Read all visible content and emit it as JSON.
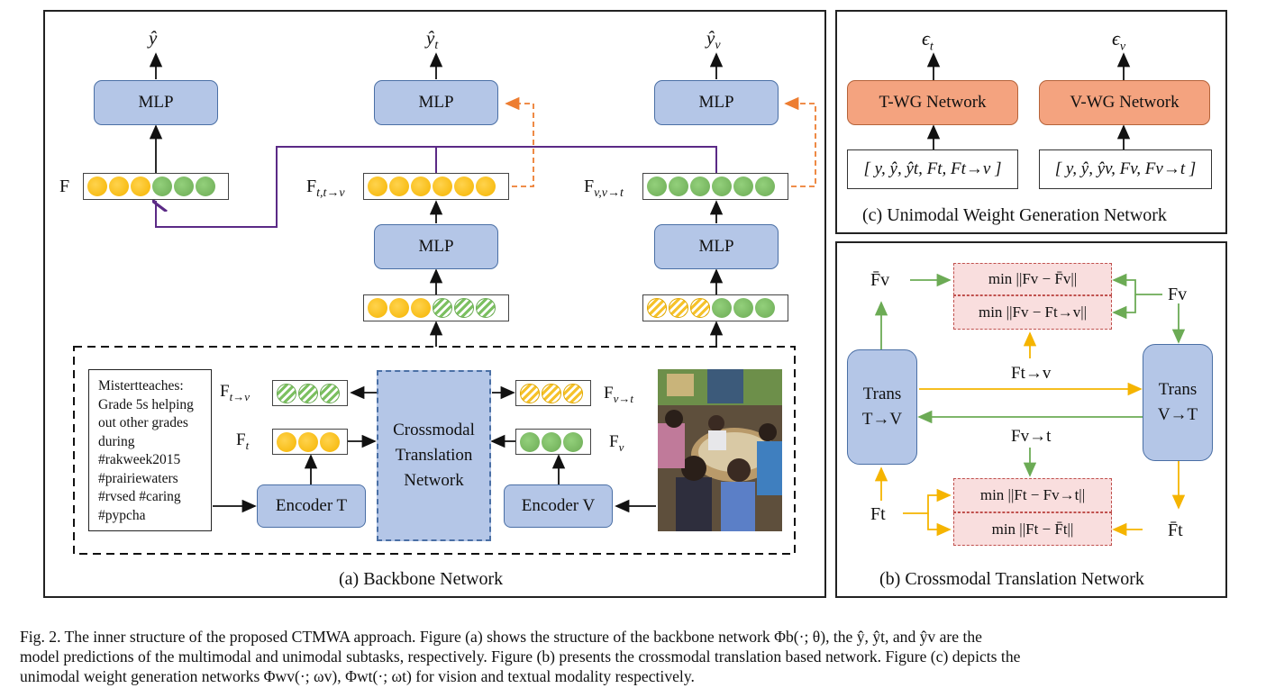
{
  "panel_a": {
    "caption": "(a) Backbone Network",
    "outputs": {
      "y": "ŷ",
      "yt_base": "ŷ",
      "yt_sub": "t",
      "yv_base": "ŷ",
      "yv_sub": "v"
    },
    "mlp_label": "MLP",
    "vec_labels": {
      "F": "F",
      "Ftt_base": "F",
      "Ftt_sub": "t,t→v",
      "Fvv_base": "F",
      "Fvv_sub": "v,v→t"
    },
    "tweet": [
      "Mistertteaches:",
      "Grade 5s helping",
      "out other grades",
      "during",
      "#rakweek2015",
      "#prairiewaters",
      "#rvsed #caring",
      "#pypcha"
    ],
    "encoder_t": "Encoder T",
    "encoder_v": "Encoder V",
    "crossmodal": [
      "Crossmodal",
      "Translation",
      "Network"
    ],
    "small_labels": {
      "Ftv_base": "F",
      "Ftv_sub": "t→v",
      "Ft_base": "F",
      "Ft_sub": "t",
      "Fvt_base": "F",
      "Fvt_sub": "v→t",
      "Fv_base": "F",
      "Fv_sub": "v"
    }
  },
  "panel_b": {
    "caption": "(b) Crossmodal Translation Network",
    "trans_tv": [
      "Trans",
      "T→V"
    ],
    "trans_vt": [
      "Trans",
      "V→T"
    ],
    "min_top_1": "min ||Fv − F̄v||",
    "min_top_2": "min ||Fv − Ft→v||",
    "min_bot_1": "min ||Ft − Fv→t||",
    "min_bot_2": "min ||Ft − F̄t||",
    "labels": {
      "Fbar_v": "F̄v",
      "Fv": "Fv",
      "Ftv": "Ft→v",
      "Fvt": "Fv→t",
      "Ft": "Ft",
      "Fbar_t": "F̄t"
    }
  },
  "panel_c": {
    "caption": "(c) Unimodal Weight Generation Network",
    "t_net": "T-WG Network",
    "v_net": "V-WG Network",
    "eps_t_base": "ϵ",
    "eps_t_sub": "t",
    "eps_v_base": "ϵ",
    "eps_v_sub": "v",
    "t_input": "[ y, ŷ, ŷt, Ft, Ft→v ]",
    "v_input": "[ y, ŷ, ŷv, Fv, Fv→t ]"
  },
  "figure_caption": {
    "line1": "Fig. 2.  The inner structure of the proposed CTMWA approach. Figure (a) shows the structure of the backbone network Φb(·; θ), the ŷ, ŷt, and ŷv are the",
    "line2": "model predictions of the multimodal and unimodal subtasks, respectively. Figure (b) presents the crossmodal translation based network. Figure (c) depicts the",
    "line3": "unimodal weight generation networks Φwv(·; ωv), Φwt(·; ωt) for vision and textual modality respectively."
  },
  "colors": {
    "mlp_fill": "#b4c6e7",
    "wg_fill": "#f4a37f",
    "text_arrow": "#f5b400",
    "vision_arrow": "#6cab55",
    "fusion_line": "#5b2a86",
    "dashed_orange": "#ed7d31"
  }
}
